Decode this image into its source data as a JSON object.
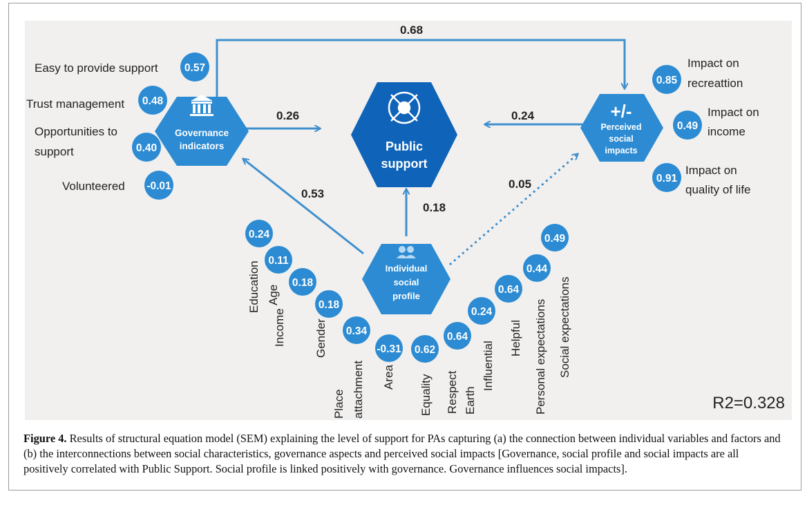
{
  "governance": {
    "title_line1": "Governance",
    "title_line2": "indicators",
    "items": [
      {
        "label": "Easy to provide support",
        "coef": "0.57"
      },
      {
        "label": "Trust management",
        "coef": "0.48"
      },
      {
        "label_line1": "Opportunities to",
        "label_line2": "support",
        "coef": "0.40"
      },
      {
        "label": "Volunteered",
        "coef": "-0.01"
      }
    ]
  },
  "public_support": {
    "line1": "Public",
    "line2": "support"
  },
  "perceived": {
    "symbol": "+/-",
    "line1": "Perceived",
    "line2": "social",
    "line3": "impacts",
    "items": [
      {
        "line1": "Impact on",
        "line2": "recreattion",
        "coef": "0.85"
      },
      {
        "line1": "Impact on",
        "line2": "income",
        "coef": "0.49"
      },
      {
        "line1": "Impact on",
        "line2": "quality of life",
        "coef": "0.91"
      }
    ]
  },
  "profile": {
    "line1": "Individual",
    "line2": "social",
    "line3": "profile",
    "items": [
      {
        "label": "Education",
        "coef": "0.24"
      },
      {
        "label": "Age",
        "coef": "0.11"
      },
      {
        "label": "Income",
        "coef": "0.18"
      },
      {
        "label": "Gender",
        "coef": "0.18"
      },
      {
        "label_line1": "Place",
        "label_line2": "attachment",
        "coef": "0.34"
      },
      {
        "label": "Area",
        "coef": "-0.31"
      },
      {
        "label": "Equality",
        "coef": "0.62"
      },
      {
        "label_line1": "Respect",
        "label_line2": "Earth",
        "coef": "0.64"
      },
      {
        "label": "Influential",
        "coef": "0.24"
      },
      {
        "label": "Helpful",
        "coef": "0.64"
      },
      {
        "label": "Personal expectations",
        "coef": "0.44"
      },
      {
        "label": "Social expectations",
        "coef": "0.49"
      }
    ]
  },
  "paths": {
    "gov_to_impacts": "0.68",
    "gov_to_support": "0.26",
    "impacts_to_support": "0.24",
    "profile_to_gov": "0.53",
    "profile_to_support": "0.18",
    "profile_to_impacts": "0.05"
  },
  "r2": "R2=0.328",
  "colors": {
    "hex": "#2c8bd3",
    "hex_dark": "#0f63b8",
    "arrow": "#3f8fcd",
    "panel": "#f1f0ee"
  },
  "caption": {
    "label": "Figure 4.",
    "text": " Results of structural equation model (SEM) explaining the level of support for PAs capturing (a) the connection between individual variables and factors and (b) the interconnections between social characteristics, governance aspects and perceived social impacts [Governance, social profile and social impacts are all positively correlated with Public Support. Social profile is linked positively with governance. Governance influences social impacts]."
  }
}
